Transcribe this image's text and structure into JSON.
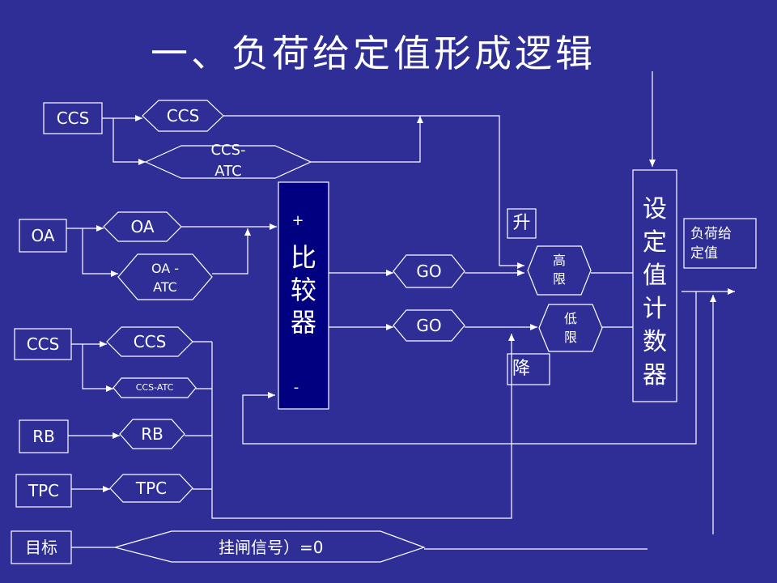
{
  "title": "一、负荷给定值形成逻辑",
  "colors": {
    "background": "#2e2e96",
    "line": "#ffffff",
    "comparator_fill": "#000080"
  },
  "diagram": {
    "inputs": {
      "ccs1": "CCS",
      "oa": "OA",
      "ccs2": "CCS",
      "rb": "RB",
      "tpc": "TPC",
      "bottom": "目标"
    },
    "hexagons": {
      "ccs": "CCS",
      "ccs_atc": "CCS-\nATC",
      "oa": "OA",
      "oa_atc": "OA -\nATC",
      "ccs2": "CCS",
      "ccs_atc2": "CCS-ATC",
      "rb": "RB",
      "tpc": "TPC",
      "go_up": "GO",
      "go_down": "GO",
      "high_limit": "高\n限",
      "low_limit": "低\n限",
      "bottom": "挂闸信号）=0"
    },
    "comparator": {
      "label": "比\n较\n器",
      "plus": "+",
      "minus": "-"
    },
    "up_label": "升",
    "down_label": "降",
    "counter_label": "设\n定\n值\n计\n数\n器",
    "output_label": "负荷给\n定值"
  }
}
